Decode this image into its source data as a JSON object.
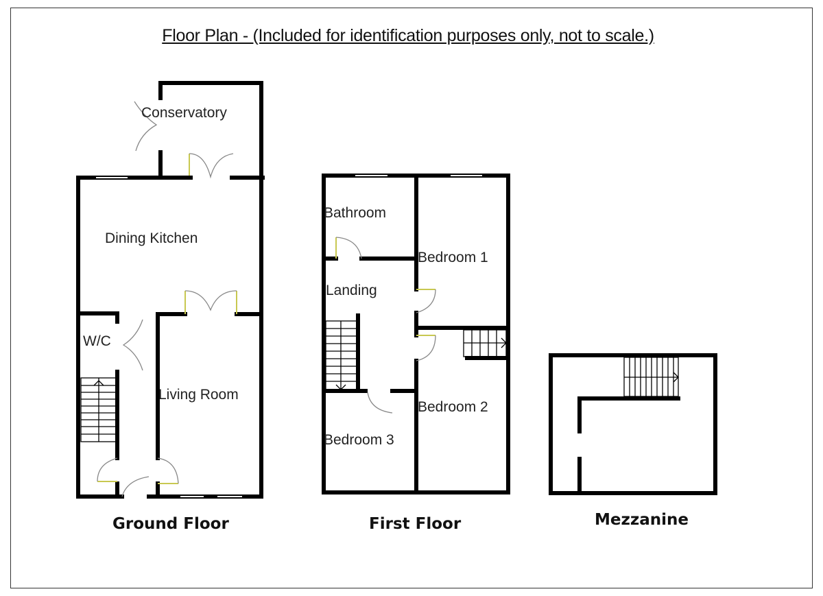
{
  "title": "Floor Plan - (Included for identification purposes only, not to scale.)",
  "floors": {
    "ground": {
      "label": "Ground Floor",
      "rooms": {
        "conservatory": "Conservatory",
        "dining_kitchen": "Dining Kitchen",
        "wc": "W/C",
        "living_room": "Living Room"
      }
    },
    "first": {
      "label": "First Floor",
      "rooms": {
        "bathroom": "Bathroom",
        "bedroom1": "Bedroom 1",
        "landing": "Landing",
        "bedroom2": "Bedroom 2",
        "bedroom3": "Bedroom 3"
      }
    },
    "mezzanine": {
      "label": "Mezzanine"
    }
  }
}
